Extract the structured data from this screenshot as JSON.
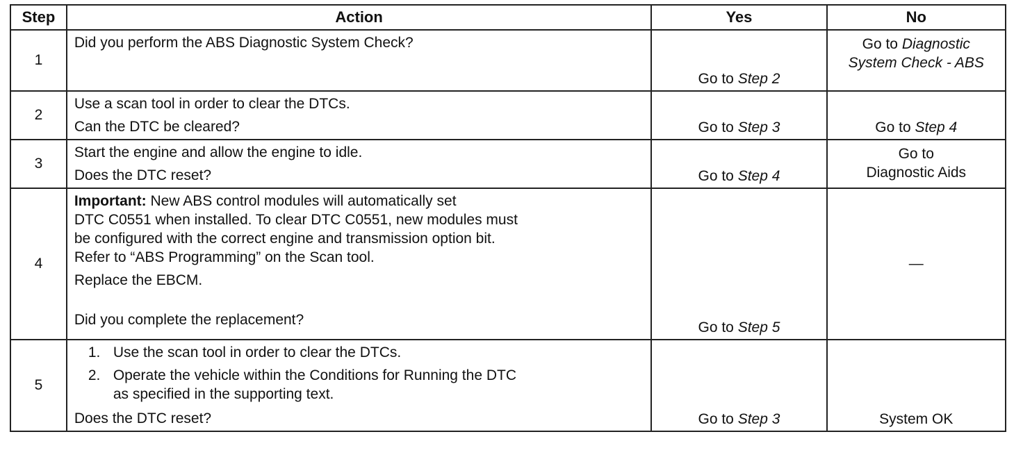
{
  "headers": {
    "step": "Step",
    "action": "Action",
    "yes": "Yes",
    "no": "No"
  },
  "rows": [
    {
      "step": "1",
      "action": [
        "Did you perform the ABS Diagnostic System Check?"
      ],
      "yes": {
        "prefix": "Go to ",
        "link": "Step 2"
      },
      "no": {
        "prefix": "Go to ",
        "link_line1": "Diagnostic",
        "link_line2": "System Check - ABS"
      }
    },
    {
      "step": "2",
      "action": [
        "Use a scan tool in order to clear the DTCs.",
        "Can the DTC be cleared?"
      ],
      "yes": {
        "prefix": "Go to ",
        "link": "Step 3"
      },
      "no": {
        "prefix": "Go to ",
        "link": "Step 4"
      }
    },
    {
      "step": "3",
      "action": [
        "Start the engine and allow the engine to idle.",
        "Does the DTC reset?"
      ],
      "yes": {
        "prefix": "Go to ",
        "link": "Step 4"
      },
      "no": {
        "line1": "Go to",
        "line2": "Diagnostic Aids"
      }
    },
    {
      "step": "4",
      "important_label": "Important:",
      "important_text_1": " New ABS control modules will automatically set",
      "important_text_2": "DTC C0551 when installed. To clear DTC C0551, new modules must",
      "important_text_3": "be configured with the correct engine and transmission option bit.",
      "important_text_4": "Refer to “ABS Programming” on the Scan tool.",
      "action": [
        "Replace the EBCM.",
        "Did you complete the replacement?"
      ],
      "yes": {
        "prefix": "Go to ",
        "link": "Step 5"
      },
      "no": {
        "text": "—"
      }
    },
    {
      "step": "5",
      "list": [
        {
          "num": "1.",
          "text": "Use the scan tool in order to clear the DTCs."
        },
        {
          "num": "2.",
          "text_line1": "Operate the vehicle within the Conditions for Running the DTC",
          "text_line2": "as specified in the supporting text."
        }
      ],
      "action": [
        "Does the DTC reset?"
      ],
      "yes": {
        "prefix": "Go to ",
        "link": "Step 3"
      },
      "no": {
        "text": "System OK"
      }
    }
  ]
}
